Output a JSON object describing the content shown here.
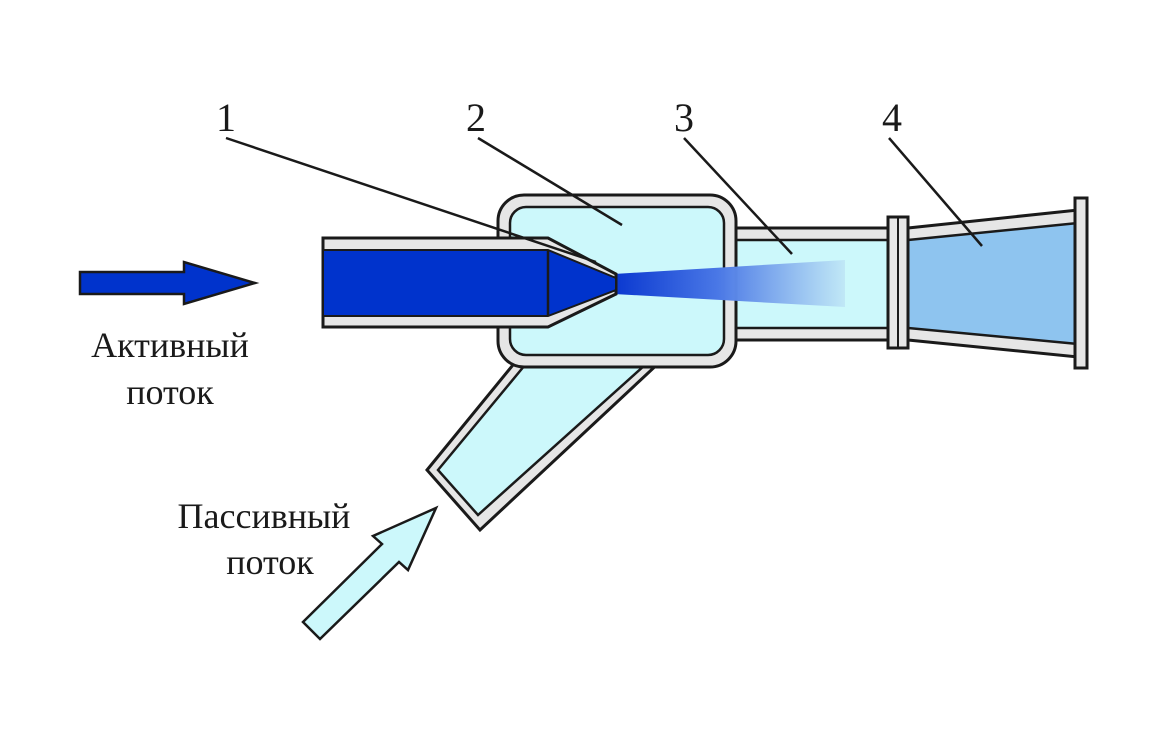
{
  "labels": {
    "nozzle_number": "1",
    "chamber_number": "2",
    "mixing_chamber_number": "3",
    "diffuser_number": "4",
    "active_flow_line1": "Активный",
    "active_flow_line2": "поток",
    "passive_flow_line1": "Пассивный",
    "passive_flow_line2": "поток"
  },
  "colors": {
    "active_flow": "#0033cc",
    "passive_flow": "#ccf8fb",
    "diffuser_fill": "#8ec4ef",
    "wall_fill": "#e6e6e6",
    "outline": "#1a1a1a"
  }
}
